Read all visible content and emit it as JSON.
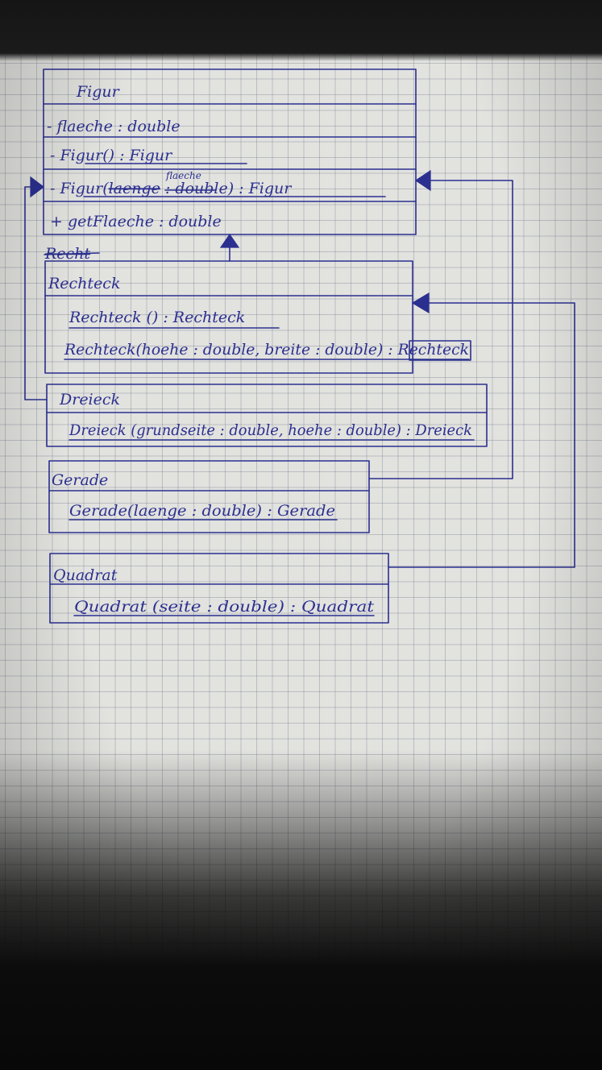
{
  "classes": {
    "figur": {
      "name": "Figur",
      "attribute": "- flaeche : double",
      "op1": "- Figur() : Figur",
      "op2_prefix": "- Figur(",
      "op2_struck": "laenge",
      "op2_over": "flaeche",
      "op2_suffix": " : double) : Figur",
      "op3": "+ getFlaeche : double"
    },
    "struck_label": "Recht",
    "rechteck": {
      "name": "Rechteck",
      "op1": "Rechteck () : Rechteck",
      "op2": "Rechteck(hoehe : double, breite : double) : Rechteck"
    },
    "dreieck": {
      "name": "Dreieck",
      "op1": "Dreieck (grundseite : double, hoehe : double) : Dreieck"
    },
    "gerade": {
      "name": "Gerade",
      "op1": "Gerade(laenge : double) : Gerade"
    },
    "quadrat": {
      "name": "Quadrat",
      "op1": "Quadrat (seite : double) : Quadrat"
    }
  },
  "colors": {
    "ink": "#2b2f8f",
    "paper": "#e2e2df",
    "grid": "#6e7887"
  }
}
